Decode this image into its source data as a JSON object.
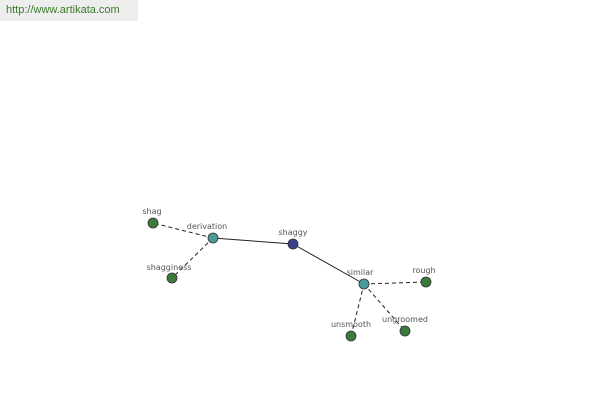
{
  "header": {
    "url": "http://www.artikata.com"
  },
  "colors": {
    "center_node": "#3b3f8c",
    "relation_node": "#4a9a9a",
    "leaf_node": "#3c7a3c",
    "edge": "#222222",
    "label": "#555555",
    "url": "#3a7a2a"
  },
  "graph": {
    "nodes": [
      {
        "id": "shaggy",
        "label": "shaggy",
        "kind": "center"
      },
      {
        "id": "derivation",
        "label": "derivation",
        "kind": "relation"
      },
      {
        "id": "similar",
        "label": "similar",
        "kind": "relation"
      },
      {
        "id": "shag",
        "label": "shag",
        "kind": "leaf"
      },
      {
        "id": "shagginess",
        "label": "shagginess",
        "kind": "leaf"
      },
      {
        "id": "rough",
        "label": "rough",
        "kind": "leaf"
      },
      {
        "id": "ungroomed",
        "label": "ungroomed",
        "kind": "leaf"
      },
      {
        "id": "unsmooth",
        "label": "unsmooth",
        "kind": "leaf"
      }
    ],
    "edges": [
      {
        "from": "derivation",
        "to": "shaggy",
        "style": "solid"
      },
      {
        "from": "shaggy",
        "to": "similar",
        "style": "solid"
      },
      {
        "from": "derivation",
        "to": "shag",
        "style": "dashed"
      },
      {
        "from": "derivation",
        "to": "shagginess",
        "style": "dashed"
      },
      {
        "from": "similar",
        "to": "rough",
        "style": "dashed"
      },
      {
        "from": "similar",
        "to": "ungroomed",
        "style": "dashed"
      },
      {
        "from": "similar",
        "to": "unsmooth",
        "style": "dashed"
      }
    ]
  }
}
